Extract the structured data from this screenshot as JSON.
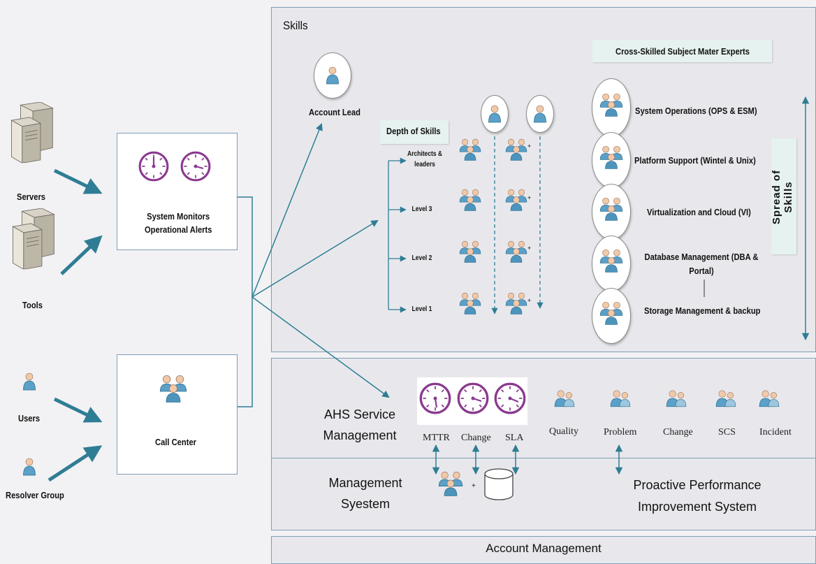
{
  "skills": {
    "title": "Skills",
    "account_lead": "Account Lead",
    "depth_of_skills": "Depth of Skills",
    "levels": [
      "Architects &\nleaders",
      "Level 3",
      "Level 2",
      "Level 1"
    ],
    "cross_skilled_title": "Cross-Skilled Subject Mater Experts",
    "sme": [
      "System Operations (OPS & ESM)",
      "Platform Support (Wintel & Unix)",
      "Virtualization and Cloud (VI)",
      "Database Management (DBA &\nPortal)",
      "Storage Management & backup"
    ],
    "spread_of_skills": "Spread of\nSkills",
    "plus": "+"
  },
  "left": {
    "servers": "Servers",
    "tools": "Tools",
    "users": "Users",
    "resolver_group": "Resolver Group",
    "system_monitors": "System Monitors\nOperational Alerts",
    "call_center": "Call Center"
  },
  "service_mgmt": {
    "title": "AHS Service\nManagement",
    "dials": [
      "MTTR",
      "Change",
      "SLA"
    ],
    "groups": [
      "Quality",
      "Problem",
      "Change",
      "SCS",
      "Incident"
    ]
  },
  "mgmt_system": {
    "title": "Management\nSyestem",
    "plus": "+",
    "proactive": "Proactive Performance\nImprovement System"
  },
  "account_management": "Account Management",
  "colors": {
    "accent": "#2f7d95",
    "dial": "#8a3a8f",
    "border": "#7f9db5",
    "person": "#5aa0c8"
  }
}
